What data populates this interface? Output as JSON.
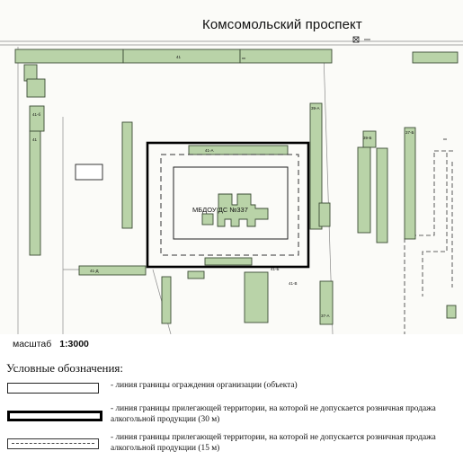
{
  "map": {
    "street": "Комсомольский проспект",
    "center_label": "МБДОУ ДС №337",
    "building_numbers": [
      "41",
      "41-б",
      "41-А",
      "41-Д",
      "41-Б",
      "39-А",
      "39-Б",
      "37-Б",
      "41-В",
      "37-А"
    ],
    "colors": {
      "building_fill": "#b9d3a8",
      "building_stroke": "#3c4c36",
      "line": "#222222"
    }
  },
  "scale": {
    "label": "масштаб",
    "value": "1:3000"
  },
  "legend": {
    "title": "Условные обозначения:",
    "items": [
      {
        "text": "- линия границы ограждения организации (объекта)"
      },
      {
        "text": "- линия границы прилегающей территории, на которой не допускается розничная продажа алкогольной продукции (30 м)"
      },
      {
        "text": "- линия границы прилегающей территории, на которой не допускается розничная продажа алкогольной продукции (15 м)"
      }
    ]
  }
}
